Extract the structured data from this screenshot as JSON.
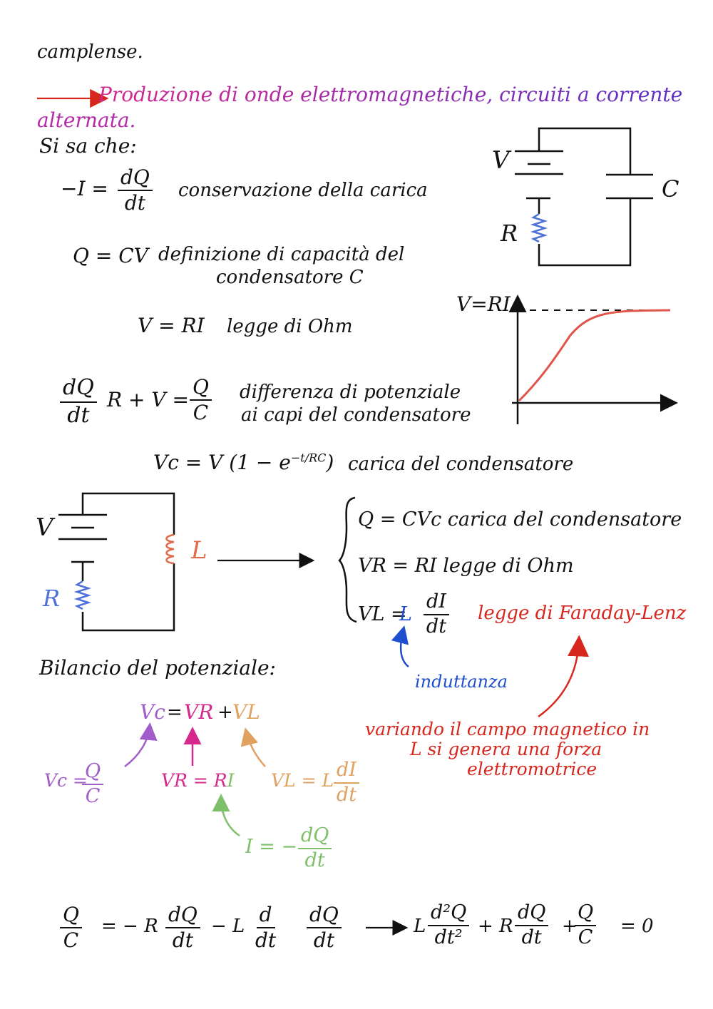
{
  "header": {
    "prev_word": "camplense.",
    "title_line1": "Produzione di onde elettromagnetiche, circuiti a corrente",
    "title_line2": "alternata."
  },
  "intro": "Si sa che:",
  "eq1": {
    "lhs": "−I =",
    "num": "dQ",
    "den": "dt",
    "desc": "conservazione della carica"
  },
  "eq2": {
    "expr": "Q = CV",
    "desc1": "definizione di capacità del",
    "desc2": "condensatore C"
  },
  "eq3": {
    "expr": "V = RI",
    "desc": "legge di Ohm"
  },
  "eq4": {
    "num1": "dQ",
    "den1": "dt",
    "mid": "R + V =",
    "num2": "Q",
    "den2": "C",
    "desc1": "differenza di potenziale",
    "desc2": "ai capi del condensatore"
  },
  "eq5": {
    "expr": "Vc = V (1 − e",
    "exp": "−t/RC",
    "close": ")",
    "desc": "carica del condensatore"
  },
  "circuit1": {
    "v": "V",
    "c": "C",
    "r": "R"
  },
  "graph": {
    "label": "V=RI"
  },
  "circuit2": {
    "v": "V",
    "r": "R",
    "l": "L"
  },
  "system": {
    "line1": "Q = CVc carica del condensatore",
    "line2": "VR = RI legge di Ohm",
    "line3_lhs": "VL =",
    "line3_L": "L",
    "line3_num": "dI",
    "line3_den": "dt",
    "line3_desc": "legge di Faraday-Lenz"
  },
  "annot": {
    "inductance": "induttanza",
    "faraday1": "variando il campo magnetico in",
    "faraday2": "L si genera una forza",
    "faraday3": "elettromotrice"
  },
  "balance": {
    "title": "Bilancio del potenziale:",
    "vc_top": "Vc",
    "eq_sign": "=",
    "vr_top": "VR",
    "plus": "+",
    "vl_top": "VL",
    "vc_def": "Vc =",
    "vc_num": "Q",
    "vc_den": "C",
    "vr_def": "VR = R",
    "vr_I": "I",
    "vl_def": "VL = L",
    "vl_num": "dI",
    "vl_den": "dt",
    "i_def": "I = −",
    "i_num": "dQ",
    "i_den": "dt"
  },
  "final": {
    "a_num": "Q",
    "a_den": "C",
    "b": "= − R",
    "b_num": "dQ",
    "b_den": "dt",
    "c": "− L",
    "c_num": "d",
    "c_den": "dt",
    "d_num": "dQ",
    "d_den": "dt",
    "e": "L",
    "e_num": "d²Q",
    "e_den": "dt²",
    "f": "+ R",
    "f_num": "dQ",
    "f_den": "dt",
    "g": "+",
    "g_num": "Q",
    "g_den": "C",
    "h": "= 0"
  },
  "colors": {
    "ink": "#111111",
    "title_gradient_start": "#d6288c",
    "title_gradient_end": "#5a2fc8",
    "arrow_red": "#d7261e",
    "curve": "#e0554a",
    "resistor": "#4c6fd8",
    "inductor": "#e06a4a",
    "purple": "#a05cc8",
    "magenta": "#d6288c",
    "orange": "#e0a060",
    "green": "#7ebf6a",
    "blue": "#1f4fd1"
  }
}
